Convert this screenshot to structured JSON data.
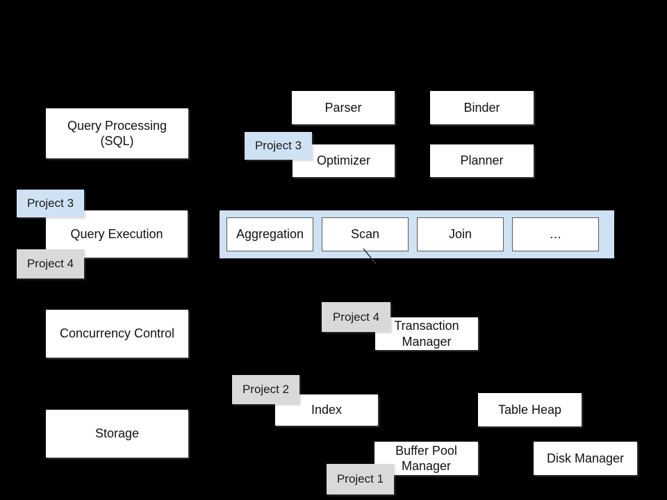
{
  "diagram": {
    "background": "#000000",
    "colors": {
      "box_fill": "#ffffff",
      "project_blue": "#cfe2f3",
      "project_gray": "#d9d9d9",
      "operator_container_fill": "#cfe2f3",
      "operator_box_border": "#595959",
      "text": "#111111"
    },
    "left_column": {
      "query_processing_line1": "Query Processing",
      "query_processing_line2": "(SQL)",
      "query_execution": "Query Execution",
      "concurrency_control": "Concurrency Control",
      "storage": "Storage"
    },
    "top_right": {
      "parser": "Parser",
      "binder": "Binder",
      "optimizer": "Optimizer",
      "planner": "Planner"
    },
    "operators": {
      "aggregation": "Aggregation",
      "scan": "Scan",
      "join": "Join",
      "more": "…"
    },
    "storage_layer": {
      "transaction_manager_line1": "Transaction",
      "transaction_manager_line2": "Manager",
      "index": "Index",
      "table_heap": "Table Heap",
      "buffer_pool_line1": "Buffer Pool",
      "buffer_pool_line2": "Manager",
      "disk_manager": "Disk Manager"
    },
    "project_labels": {
      "p3_optimizer": "Project 3",
      "p3_execution": "Project 3",
      "p4_execution": "Project 4",
      "p4_txn": "Project 4",
      "p2_index": "Project 2",
      "p1_buffer": "Project 1"
    }
  }
}
